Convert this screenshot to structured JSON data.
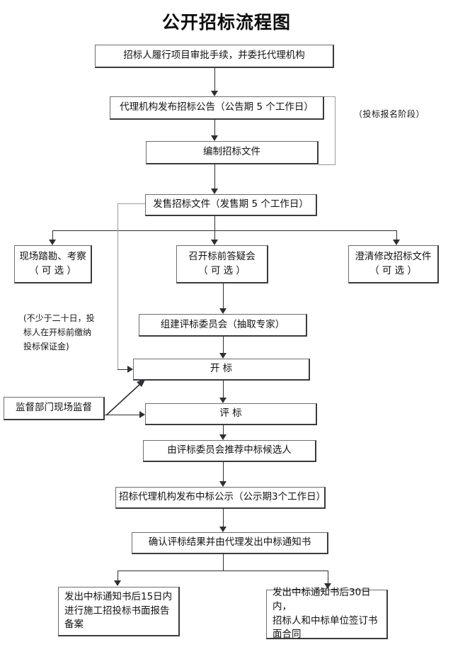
{
  "title": "公开招标流程图",
  "nodes": {
    "approval": {
      "label": "招标人履行项目审批手续，并委托代理机构"
    },
    "announcement": {
      "label": "代理机构发布招标公告（公告期 5 个工作日）"
    },
    "prepare_docs": {
      "label": "编制招标文件"
    },
    "sell_docs": {
      "label": "发售招标文件（发售期 5 个工作日）"
    },
    "site_survey": {
      "label": "现场踏勘、考察\n（ 可  选 ）"
    },
    "qa_meeting": {
      "label": "召开标前答疑会\n（ 可  选 ）"
    },
    "clarify_docs": {
      "label": "澄清修改招标文件\n（ 可  选 ）"
    },
    "committee": {
      "label": "组建评标委员会（抽取专家）"
    },
    "bid_opening": {
      "label": "开    标"
    },
    "bid_review": {
      "label": "评    标"
    },
    "supervision": {
      "label": "监督部门现场监督"
    },
    "recommend": {
      "label": "由评标委员会推荐中标候选人"
    },
    "publicity": {
      "label": "招标代理机构发布中标公示（公示期3个工作日）"
    },
    "notice": {
      "label": "确认评标结果并由代理发出中标通知书"
    },
    "report_15d": {
      "label": "发出中标通知书后15日内\n进行施工招投标书面报告\n备案"
    },
    "contract_30d": {
      "label": "发出中标通知书后30日内，\n招标人和中标单位签订书\n面合同"
    }
  },
  "annotations": {
    "registration_stage": "（投标报名阶段）",
    "deposit_note": "(不少于二十日，投\n标人在开标前缴纳\n投标保证金)"
  },
  "colors": {
    "background": "#ffffff",
    "box_border": "#6e6e72",
    "box_shadow_edge": "#3b3b3e",
    "connector": "#2f2f33",
    "connector_light": "#9a9aa0",
    "text": "#111111",
    "title_text": "#0d0d0d"
  }
}
